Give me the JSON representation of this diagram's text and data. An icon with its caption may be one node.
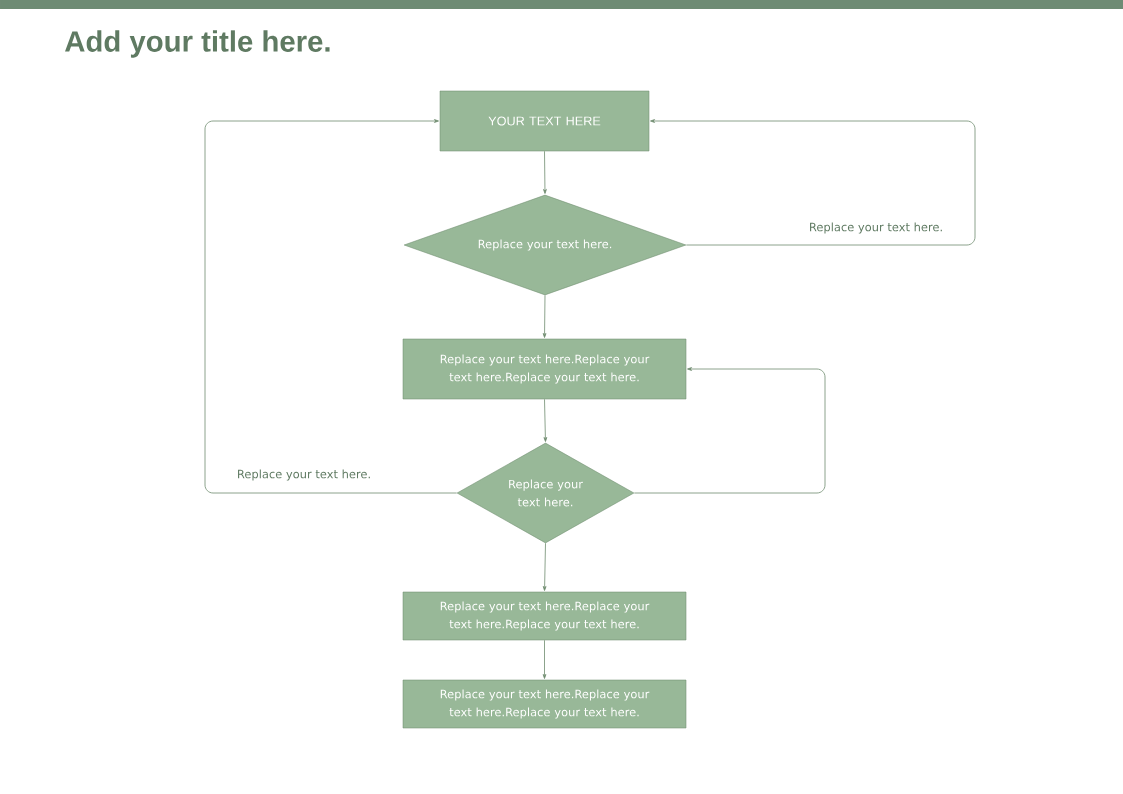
{
  "diagram": {
    "title": "Add your title here.",
    "nodes": [
      {
        "text": [
          "YOUR TEXT HERE"
        ]
      },
      {
        "text": [
          "Replace your text here."
        ]
      },
      {
        "text": [
          "Replace your text here.Replace your text here.Replace your text here."
        ]
      },
      {
        "text": [
          "Replace your text here."
        ]
      },
      {
        "text": [
          "Replace your text here.Replace your text here.Replace your text here."
        ]
      },
      {
        "text": [
          "Replace your text here.Replace your text here.Replace your text here."
        ]
      }
    ],
    "edges": [
      {
        "from": 0,
        "to": 1,
        "arrow": "to"
      },
      {
        "from": 1,
        "to": 2,
        "arrow": "to"
      },
      {
        "from": 2,
        "to": 3,
        "arrow": "to"
      },
      {
        "from": 3,
        "to": 4,
        "arrow": "to"
      },
      {
        "from": 4,
        "to": 5,
        "arrow": "to"
      },
      {
        "from": 1,
        "to": 0,
        "arrow": "to",
        "label": "Replace your text here."
      },
      {
        "from": 3,
        "to": 2,
        "arrow": "to"
      },
      {
        "from": 3,
        "to": 0,
        "arrow": "to",
        "label": "Replace your text here."
      }
    ]
  }
}
